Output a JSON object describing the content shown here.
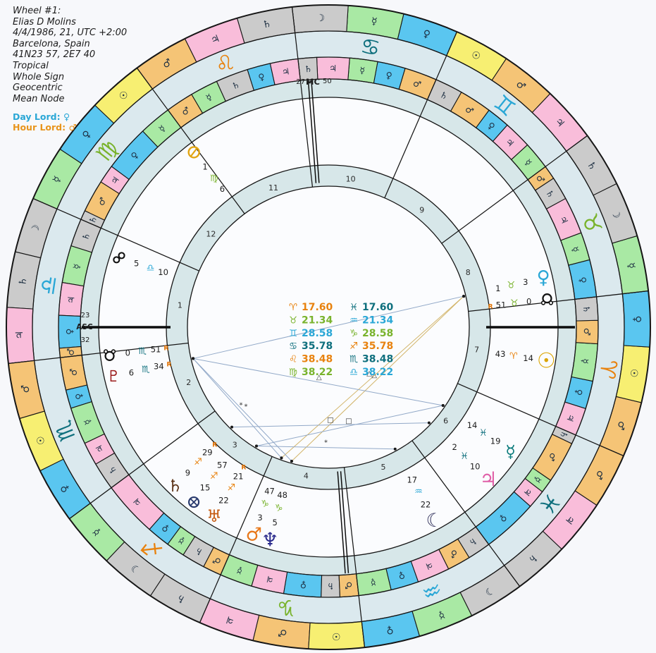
{
  "header": {
    "lines": [
      "Wheel #1:",
      "Elias D Molins",
      "4/4/1986, 21, UTC +2:00",
      "Barcelona, Spain",
      "41N23 57, 2E7 40",
      "Tropical",
      "Whole Sign",
      "Geocentric",
      "Mean Node"
    ]
  },
  "lords": {
    "day_label": "Day Lord:",
    "day_glyph": "♀",
    "day_color": "#2aa7d6",
    "hour_label": "Hour Lord:",
    "hour_glyph": "♂",
    "hour_color": "#e8941c"
  },
  "element_colors": {
    "fire": "#e8820e",
    "earth": "#79b32c",
    "air": "#2aa7d6",
    "water": "#0e6f7d"
  },
  "signs": [
    {
      "id": "aries",
      "glyph": "♈",
      "element": "fire"
    },
    {
      "id": "taurus",
      "glyph": "♉",
      "element": "earth"
    },
    {
      "id": "gemini",
      "glyph": "♊",
      "element": "air"
    },
    {
      "id": "cancer",
      "glyph": "♋",
      "element": "water"
    },
    {
      "id": "leo",
      "glyph": "♌",
      "element": "fire"
    },
    {
      "id": "virgo",
      "glyph": "♍",
      "element": "earth"
    },
    {
      "id": "libra",
      "glyph": "♎",
      "element": "air"
    },
    {
      "id": "scorpio",
      "glyph": "♏",
      "element": "water"
    },
    {
      "id": "sagittarius",
      "glyph": "♐",
      "element": "fire"
    },
    {
      "id": "capricorn",
      "glyph": "♑",
      "element": "earth"
    },
    {
      "id": "aquarius",
      "glyph": "♒",
      "element": "air"
    },
    {
      "id": "pisces",
      "glyph": "♓",
      "element": "water"
    }
  ],
  "houses": [
    "1",
    "2",
    "3",
    "4",
    "5",
    "6",
    "7",
    "8",
    "9",
    "10",
    "11",
    "12"
  ],
  "angles": {
    "asc": {
      "label": "ASC",
      "deg": "23",
      "min": "32",
      "lon": 203.533
    },
    "mc": {
      "label": "MC",
      "deg": "27",
      "min": "50",
      "lon": 117.833
    }
  },
  "term_planet_colors": {
    "sun": "#f7ef72",
    "moon": "#cbcbcb",
    "mercury": "#a9e9a4",
    "venus": "#5ac6f0",
    "mars": "#f5c476",
    "jupiter": "#f9bdda",
    "saturn": "#cbcbcb"
  },
  "term_planet_glyphs": {
    "sun": "☉",
    "moon": "☽",
    "mercury": "☿",
    "venus": "♀",
    "mars": "♂",
    "jupiter": "♃",
    "saturn": "♄"
  },
  "decans": {
    "aries": [
      "mars",
      "sun",
      "venus"
    ],
    "taurus": [
      "mercury",
      "moon",
      "saturn"
    ],
    "gemini": [
      "jupiter",
      "mars",
      "sun"
    ],
    "cancer": [
      "venus",
      "mercury",
      "moon"
    ],
    "leo": [
      "saturn",
      "jupiter",
      "mars"
    ],
    "virgo": [
      "sun",
      "venus",
      "mercury"
    ],
    "libra": [
      "moon",
      "saturn",
      "jupiter"
    ],
    "scorpio": [
      "mars",
      "sun",
      "venus"
    ],
    "sagittarius": [
      "mercury",
      "moon",
      "saturn"
    ],
    "capricorn": [
      "jupiter",
      "mars",
      "sun"
    ],
    "aquarius": [
      "venus",
      "mercury",
      "moon"
    ],
    "pisces": [
      "saturn",
      "jupiter",
      "mars"
    ]
  },
  "bounds": {
    "aries": [
      [
        "jupiter",
        6
      ],
      [
        "venus",
        12
      ],
      [
        "mercury",
        20
      ],
      [
        "mars",
        25
      ],
      [
        "saturn",
        30
      ]
    ],
    "taurus": [
      [
        "venus",
        8
      ],
      [
        "mercury",
        14
      ],
      [
        "jupiter",
        22
      ],
      [
        "saturn",
        27
      ],
      [
        "mars",
        30
      ]
    ],
    "gemini": [
      [
        "mercury",
        6
      ],
      [
        "jupiter",
        12
      ],
      [
        "venus",
        17
      ],
      [
        "mars",
        24
      ],
      [
        "saturn",
        30
      ]
    ],
    "cancer": [
      [
        "mars",
        7
      ],
      [
        "venus",
        13
      ],
      [
        "mercury",
        19
      ],
      [
        "jupiter",
        26
      ],
      [
        "saturn",
        30
      ]
    ],
    "leo": [
      [
        "jupiter",
        6
      ],
      [
        "venus",
        11
      ],
      [
        "saturn",
        18
      ],
      [
        "mercury",
        24
      ],
      [
        "mars",
        30
      ]
    ],
    "virgo": [
      [
        "mercury",
        7
      ],
      [
        "venus",
        17
      ],
      [
        "jupiter",
        21
      ],
      [
        "mars",
        28
      ],
      [
        "saturn",
        30
      ]
    ],
    "libra": [
      [
        "saturn",
        6
      ],
      [
        "mercury",
        14
      ],
      [
        "jupiter",
        21
      ],
      [
        "venus",
        28
      ],
      [
        "mars",
        30
      ]
    ],
    "scorpio": [
      [
        "mars",
        7
      ],
      [
        "venus",
        11
      ],
      [
        "mercury",
        19
      ],
      [
        "jupiter",
        24
      ],
      [
        "saturn",
        30
      ]
    ],
    "sagittarius": [
      [
        "jupiter",
        12
      ],
      [
        "venus",
        17
      ],
      [
        "mercury",
        21
      ],
      [
        "saturn",
        26
      ],
      [
        "mars",
        30
      ]
    ],
    "capricorn": [
      [
        "mercury",
        7
      ],
      [
        "jupiter",
        14
      ],
      [
        "venus",
        22
      ],
      [
        "saturn",
        26
      ],
      [
        "mars",
        30
      ]
    ],
    "aquarius": [
      [
        "mercury",
        7
      ],
      [
        "venus",
        13
      ],
      [
        "jupiter",
        20
      ],
      [
        "mars",
        25
      ],
      [
        "saturn",
        30
      ]
    ],
    "pisces": [
      [
        "venus",
        12
      ],
      [
        "jupiter",
        16
      ],
      [
        "mercury",
        19
      ],
      [
        "mars",
        28
      ],
      [
        "saturn",
        30
      ]
    ]
  },
  "planets": [
    {
      "id": "sun",
      "glyph": "☉",
      "color": "#dba400",
      "sign": 0,
      "deg": 14,
      "min": 43,
      "retro": false
    },
    {
      "id": "moon",
      "glyph": "☾",
      "color": "#3c3c64",
      "sign": 10,
      "deg": 22,
      "min": 17,
      "retro": false
    },
    {
      "id": "mercury",
      "glyph": "☿",
      "color": "#0e7d7d",
      "sign": 11,
      "deg": 19,
      "min": 14,
      "retro": false
    },
    {
      "id": "venus",
      "glyph": "♀",
      "color": "#2aa7d6",
      "sign": 1,
      "deg": 3,
      "min": 1,
      "retro": false,
      "nudge": 3.4
    },
    {
      "id": "mars",
      "glyph": "♂",
      "color": "#e8791c",
      "sign": 9,
      "deg": 3,
      "min": 47,
      "retro": false
    },
    {
      "id": "jupiter",
      "glyph": "♃",
      "color": "#e060a8",
      "sign": 11,
      "deg": 10,
      "min": 2,
      "retro": false
    },
    {
      "id": "saturn",
      "glyph": "♄",
      "color": "#5c3317",
      "sign": 8,
      "deg": 9,
      "min": 29,
      "retro": true
    },
    {
      "id": "uranus",
      "glyph": "♅",
      "color": "#c55a10",
      "sign": 8,
      "deg": 22,
      "min": 21,
      "retro": true
    },
    {
      "id": "neptune",
      "glyph": "♆",
      "color": "#2a2a8c",
      "sign": 9,
      "deg": 5,
      "min": 48,
      "retro": false,
      "nudge": 2.4
    },
    {
      "id": "pluto",
      "glyph": "♇",
      "color": "#9b1c1c",
      "sign": 7,
      "deg": 6,
      "min": 34,
      "retro": true
    },
    {
      "id": "north-node",
      "custom": "node-north",
      "color": "#111111",
      "sign": 1,
      "deg": 0,
      "min": 51,
      "retro": true
    },
    {
      "id": "south-node",
      "custom": "node-south",
      "color": "#111111",
      "sign": 7,
      "deg": 0,
      "min": 51,
      "retro": true
    },
    {
      "id": "fortune",
      "custom": "fortune",
      "color": "#2a3b6e",
      "sign": 8,
      "deg": 15,
      "min": 57,
      "retro": false
    },
    {
      "id": "spirit",
      "custom": "spirit",
      "color": "#e2a513",
      "sign": 5,
      "deg": 1,
      "min": 6,
      "retro": false
    },
    {
      "id": "syzygy",
      "custom": "syzygy",
      "color": "#111111",
      "sign": 6,
      "deg": 5,
      "min": 10,
      "retro": false
    }
  ],
  "rising_times": {
    "left": [
      {
        "sign": 0,
        "value": "17.60"
      },
      {
        "sign": 1,
        "value": "21.34"
      },
      {
        "sign": 2,
        "value": "28.58"
      },
      {
        "sign": 3,
        "value": "35.78"
      },
      {
        "sign": 4,
        "value": "38.48"
      },
      {
        "sign": 5,
        "value": "38.22"
      }
    ],
    "right": [
      {
        "sign": 11,
        "value": "17.60"
      },
      {
        "sign": 10,
        "value": "21.34"
      },
      {
        "sign": 9,
        "value": "28.58"
      },
      {
        "sign": 8,
        "value": "35.78"
      },
      {
        "sign": 7,
        "value": "38.48"
      },
      {
        "sign": 6,
        "value": "38.22"
      }
    ]
  },
  "aspect_colors": {
    "gold": "#d2b469",
    "blue": "#92a9c8"
  },
  "aspects": [
    {
      "a": "venus",
      "b": "mars",
      "symbol": "△",
      "style": "gold"
    },
    {
      "a": "venus",
      "b": "neptune",
      "symbol": "△",
      "style": "gold"
    },
    {
      "a": "venus",
      "b": "pluto",
      "symbol": "",
      "style": "blue"
    },
    {
      "a": "mercury",
      "b": "pluto",
      "symbol": "△",
      "style": "blue"
    },
    {
      "a": "mercury",
      "b": "uranus",
      "symbol": "□",
      "style": "blue"
    },
    {
      "a": "jupiter",
      "b": "saturn",
      "symbol": "□",
      "style": "blue"
    },
    {
      "a": "moon",
      "b": "uranus",
      "symbol": "*",
      "style": "blue"
    },
    {
      "a": "mars",
      "b": "pluto",
      "symbol": "*",
      "style": "blue"
    },
    {
      "a": "neptune",
      "b": "pluto",
      "symbol": "*",
      "style": "blue"
    }
  ]
}
